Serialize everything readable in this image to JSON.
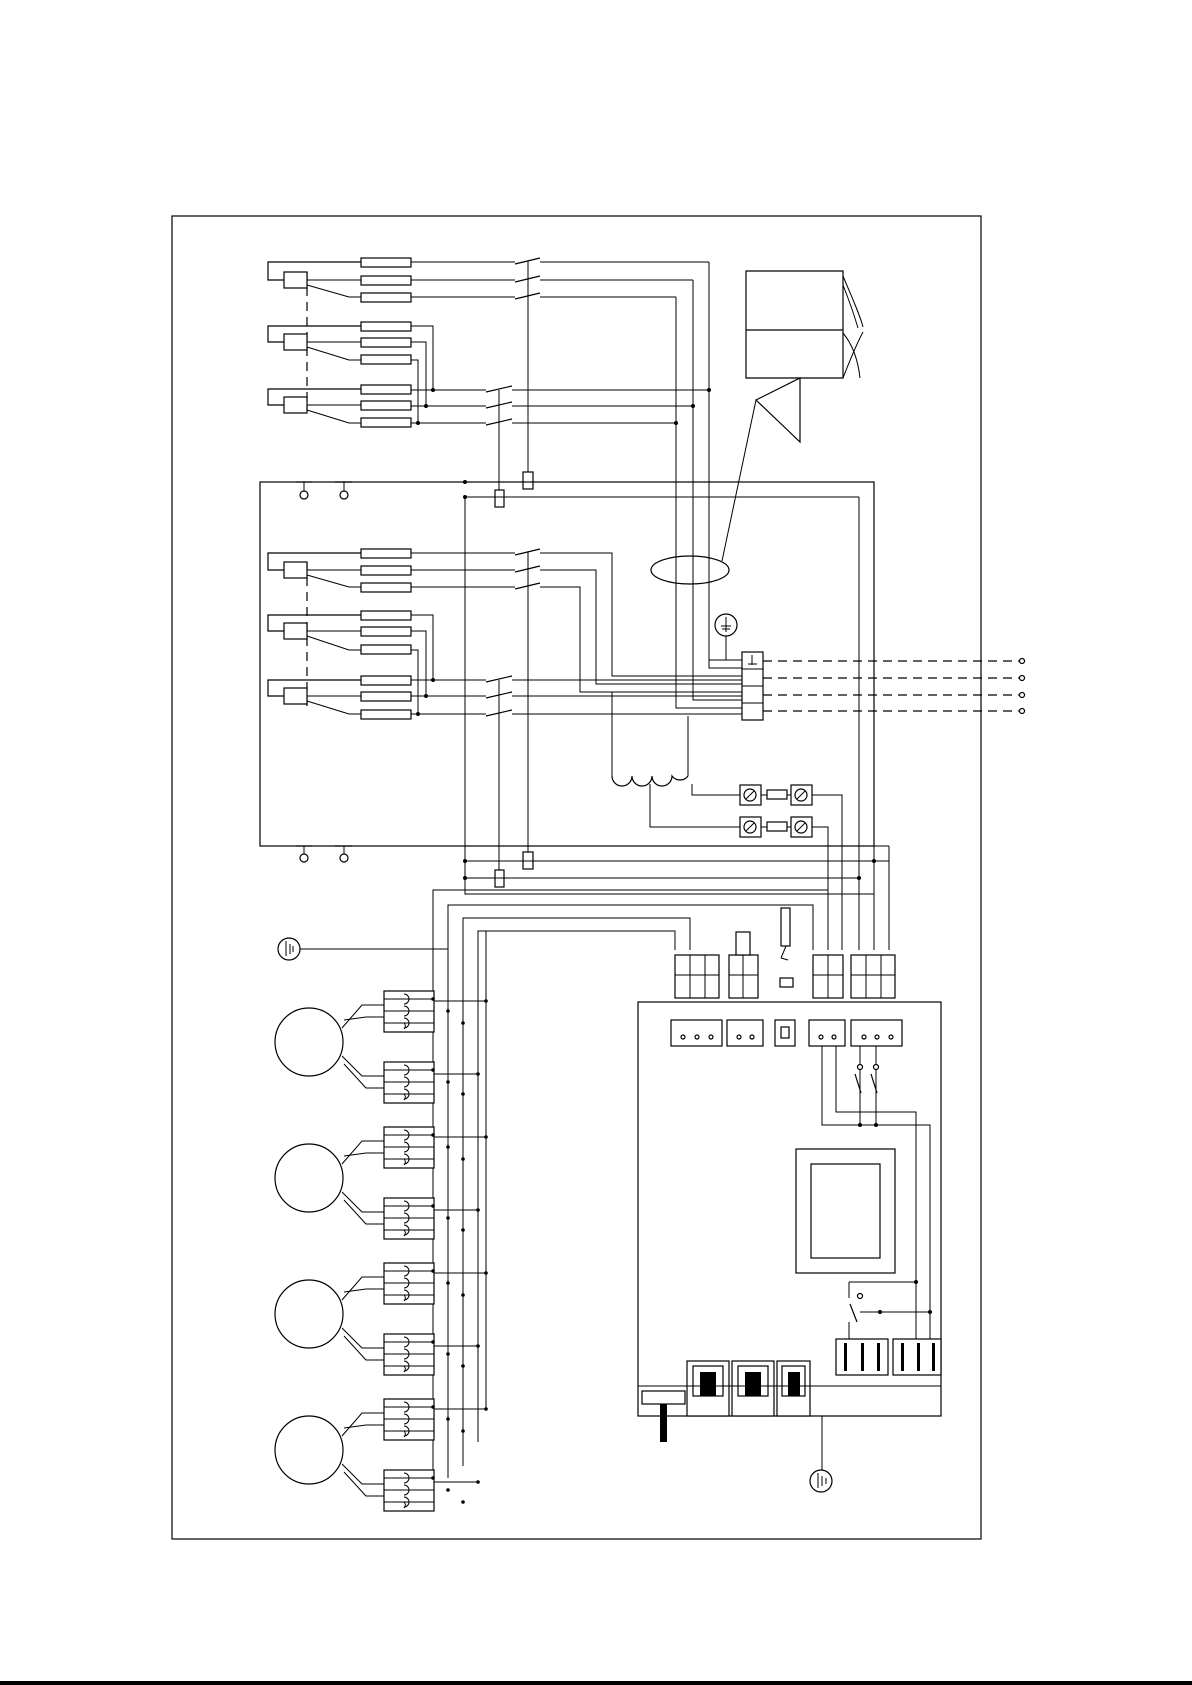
{
  "diagram": {
    "type": "wiring-schematic",
    "colors": {
      "line": "#000000",
      "background": "#ffffff"
    },
    "symbols": {
      "manual": "open-book-icon",
      "warning": "warning-triangle-icon",
      "earth": "earth-ground-icon",
      "motor": "motor-circle",
      "fuse": "fuse-holder",
      "transformer": "transformer-coil",
      "controller": "control-board"
    },
    "counts": {
      "heater_groups": 2,
      "heater_elements_per_group": 9,
      "motors": 4,
      "supply_terminals": 4,
      "fuse_holders": 2
    }
  }
}
